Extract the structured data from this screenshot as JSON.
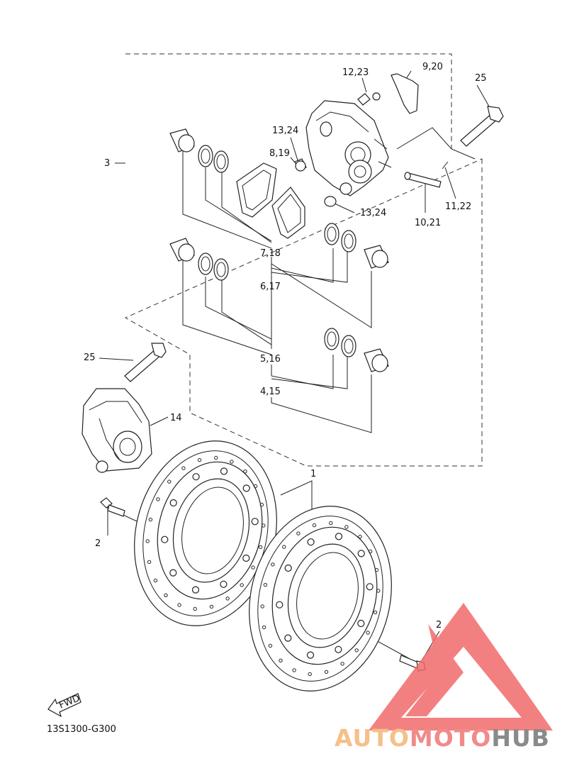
{
  "diagram": {
    "callouts": {
      "c_12_23": "12,23",
      "c_9_20": "9,20",
      "c_25_top": "25",
      "c_13_24_top": "13,24",
      "c_8_19": "8,19",
      "c_3": "3",
      "c_13_24_bottom": "13,24",
      "c_11_22": "11,22",
      "c_10_21": "10,21",
      "c_7_18": "7,18",
      "c_6_17": "6,17",
      "c_25_left": "25",
      "c_5_16": "5,16",
      "c_4_15": "4,15",
      "c_14": "14",
      "c_1": "1",
      "c_2_left": "2",
      "c_2_right": "2"
    },
    "fwd_label": "FWD",
    "diagram_code": "13S1300-G300"
  },
  "watermark": {
    "part1": "AUTO",
    "part2": "MOTO",
    "part3": "HUB",
    "colors": {
      "orange": "#f5c08a",
      "red": "#f28a8a",
      "gray": "#8a8a8a",
      "triangle": "#f26b6b"
    }
  }
}
